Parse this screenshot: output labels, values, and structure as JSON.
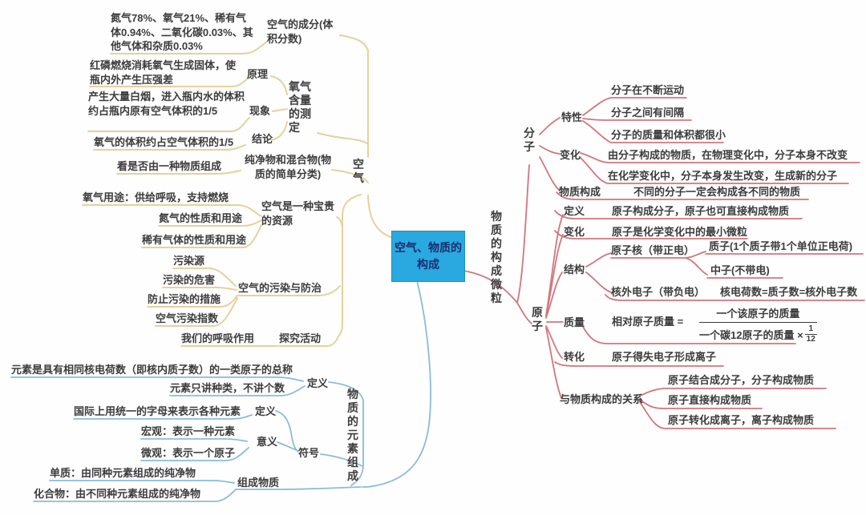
{
  "colors": {
    "air_branch": "#e6d19c",
    "particle_branch": "#d2767d",
    "element_branch": "#8cbbdb",
    "center_bg": "#29a9e0",
    "center_text": "#1b2e6e",
    "text": "#3c3c3c"
  },
  "center": {
    "title": "空气、物质的构成"
  },
  "air": {
    "branch": "空气",
    "composition": {
      "label": "空气的成分(体积分数)",
      "leaf": "氮气78%、氧气21%、稀有气体0.94%、二氧化碳0.03%、其他气体和杂质0.03%"
    },
    "measure": {
      "label": "氧气含量的测定",
      "principle": {
        "label": "原理",
        "leaf": "红磷燃烧消耗氧气生成固体，使瓶内外产生压强差"
      },
      "phenomenon": {
        "label": "现象",
        "leaf": "产生大量白烟，进入瓶内水的体积约占瓶内原有空气体积的1/5"
      },
      "conclusion": {
        "label": "结论",
        "leaf": "氧气的体积约占空气体积的1/5"
      }
    },
    "purity": {
      "label": "纯净物和混合物(物质的简单分类)",
      "leaf": "看是否由一种物质组成"
    },
    "resource": {
      "label": "空气是一种宝贵的资源",
      "leaves": [
        "氧气用途：供给呼吸，支持燃烧",
        "氮气的性质和用途",
        "稀有气体的性质和用途"
      ]
    },
    "pollution": {
      "label": "空气的污染与防治",
      "leaves": [
        "污染源",
        "污染的危害",
        "防止污染的措施",
        "空气污染指数"
      ]
    },
    "explore": {
      "label": "探究活动",
      "leaf": "我们的呼吸作用"
    }
  },
  "particles": {
    "branch": "物质的构成微粒",
    "molecule": {
      "branch": "分子",
      "traits": {
        "label": "特性",
        "leaves": [
          "分子在不断运动",
          "分子之间有间隔",
          "分子的质量和体积都很小"
        ]
      },
      "change": {
        "label": "变化",
        "leaves": [
          "由分子构成的物质，在物理变化中，分子本身不改变",
          "在化学变化中，分子本身发生改变，生成新的分子"
        ]
      },
      "compose": {
        "label": "物质构成",
        "leaf": "不同的分子一定会构成各不同的物质"
      }
    },
    "atom": {
      "branch": "原子",
      "definition": {
        "label": "定义",
        "leaf": "原子构成分子，原子也可直接构成物质"
      },
      "change": {
        "label": "变化",
        "leaf": "原子是化学变化中的最小微粒"
      },
      "structure": {
        "label": "结构",
        "nucleus": {
          "label": "原子核（带正电）",
          "proton": "质子(1个质子带1个单位正电荷)",
          "neutron": "中子(不带电)"
        },
        "electron": {
          "label": "核外电子（带负电）",
          "rule": "核电荷数=质子数=核外电子数"
        }
      },
      "mass": {
        "label": "质量",
        "formula_lhs": "相对原子质量 =",
        "numerator": "一个该原子的质量",
        "denominator": "一个碳12原子的质量 ×",
        "frac_num": "1",
        "frac_den": "12"
      },
      "transform": {
        "label": "转化",
        "leaf": "原子得失电子形成离子"
      },
      "relation": {
        "label": "与物质构成的关系",
        "leaves": [
          "原子结合成分子，分子构成物质",
          "原子直接构成物质",
          "原子转化成离子，离子构成物质"
        ]
      }
    }
  },
  "elements": {
    "branch": "物质的元素组成",
    "definition": {
      "label": "定义",
      "leaves": [
        "元素是具有相同核电荷数（即核内质子数）的一类原子的总称",
        "元素只讲种类，不讲个数"
      ]
    },
    "symbol": {
      "label": "符号",
      "definition": {
        "label": "定义",
        "leaf": "国际上用统一的字母来表示各种元素"
      },
      "meaning": {
        "label": "意义",
        "leaves": [
          "宏观：表示一种元素",
          "微观：表示一个原子"
        ]
      }
    },
    "compose": {
      "label": "组成物质",
      "leaves": [
        "单质：由同种元素组成的纯净物",
        "化合物：由不同种元素组成的纯净物"
      ]
    }
  }
}
